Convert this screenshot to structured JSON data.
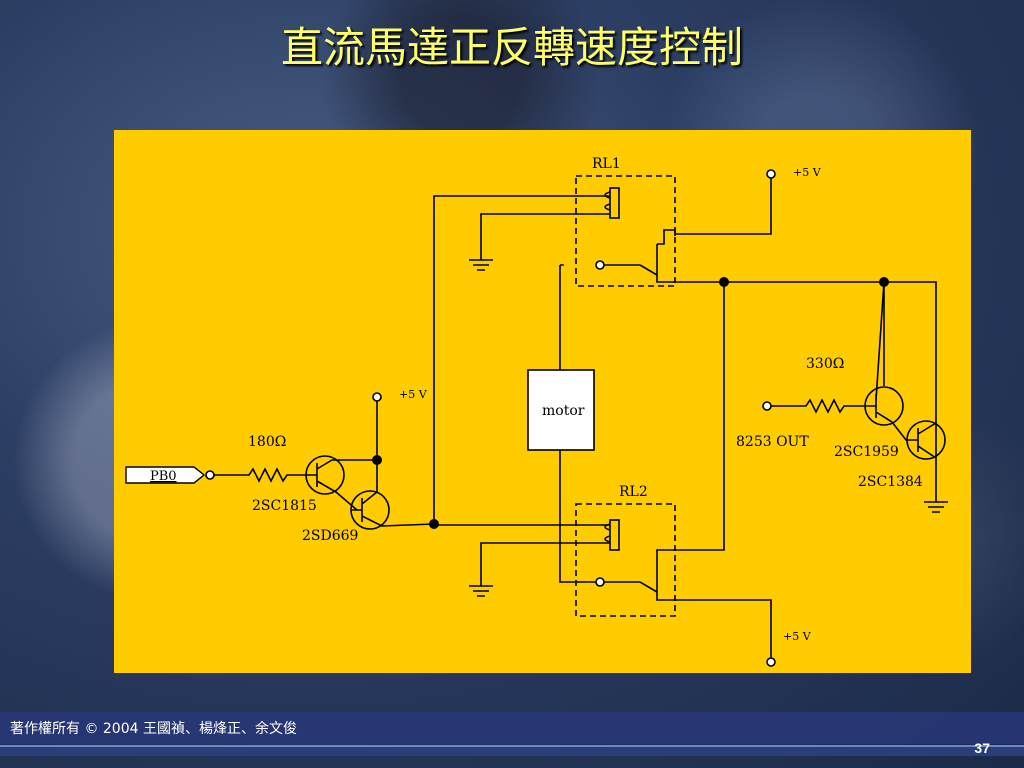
{
  "slide": {
    "title": "直流馬達正反轉速度控制",
    "copyright": "著作權所有 © 2004 王國禎、楊烽正、余文俊",
    "page_number": "37"
  },
  "diagram": {
    "labels": {
      "rl1": "RL1",
      "rl2": "RL2",
      "vcc_top_right": "+5 V",
      "vcc_left": "+5 V",
      "vcc_bottom": "+5 V",
      "motor": "motor",
      "r330": "330Ω",
      "r180": "180Ω",
      "pb0": "PB0",
      "out8253": "8253 OUT",
      "q_2sc1959": "2SC1959",
      "q_2sc1384": "2SC1384",
      "q_2sc1815": "2SC1815",
      "q_2sd669": "2SD669"
    }
  }
}
